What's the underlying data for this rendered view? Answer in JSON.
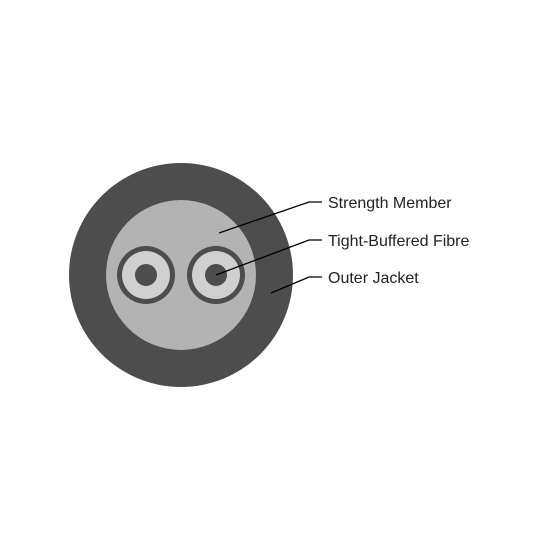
{
  "diagram": {
    "labels": {
      "strength_member": "Strength Member",
      "tight_buffered_fibre": "Tight-Buffered Fibre",
      "outer_jacket": "Outer Jacket"
    },
    "colors": {
      "background": "#ffffff",
      "outer_jacket": "#4d4d4d",
      "strength_member": "#b3b3b3",
      "buffer_ring": "#4d4d4d",
      "fibre_cladding": "#d0d0d0",
      "fibre_core": "#4d4d4d",
      "leader_line": "#000000",
      "text": "#222222"
    }
  }
}
